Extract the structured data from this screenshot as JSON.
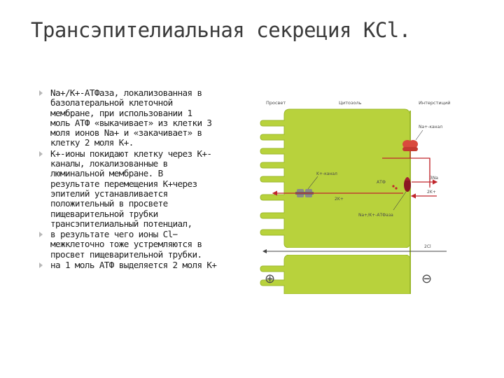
{
  "slide": {
    "title": "Трансэпителиальная секреция KCl."
  },
  "bullets": [
    {
      "text": "Na+/K+-АТФаза, локализованная в\nбазолатеральной клеточной\nмембране, при использовании 1\nмоль АТФ «выкачивает» из клетки 3\nмоля ионов Na+ и «закачивает» в\nклетку 2 моля K+."
    },
    {
      "text": "K+-ионы покидают клетку через K+-\nканалы, локализованные в\nлюминальной мембране. В\nрезультате перемещения K+через\nэпителий устанавливается\nположительный в просвете\nпищеварительной трубки\nтрансэпителиальный потенциал,"
    },
    {
      "text": "в результате чего ионы Cl−\nмежклеточно тоже устремляются в\nпросвет пищеварительной трубки."
    },
    {
      "text": "на 1 моль АТФ выделяется 2 моля K+"
    }
  ],
  "diagram": {
    "labels": {
      "lumen": "Просвет",
      "cytosol": "Цитозоль",
      "interstitium": "Интерстиций",
      "na_channel": "Na+-канал",
      "k_channel": "K+-канал",
      "atp": "АТФ",
      "three_na": "3Na",
      "two_k_left": "2K+",
      "two_k_right": "2K+",
      "na_k_atpase": "Na+/K+-АТФаза",
      "two_cl": "2Cl"
    },
    "symbols": {
      "plus": "⊕",
      "minus": "⊖"
    },
    "colors": {
      "cell": "#b8d23c",
      "cell_edge": "#9bb82b",
      "membrane": "#d4df6a",
      "arrow": "#c0262c",
      "atpase": "#8a1722",
      "na_channel": "#d94a3d",
      "k_channel": "#8a8a8a",
      "cl_arrow": "#444444"
    }
  }
}
